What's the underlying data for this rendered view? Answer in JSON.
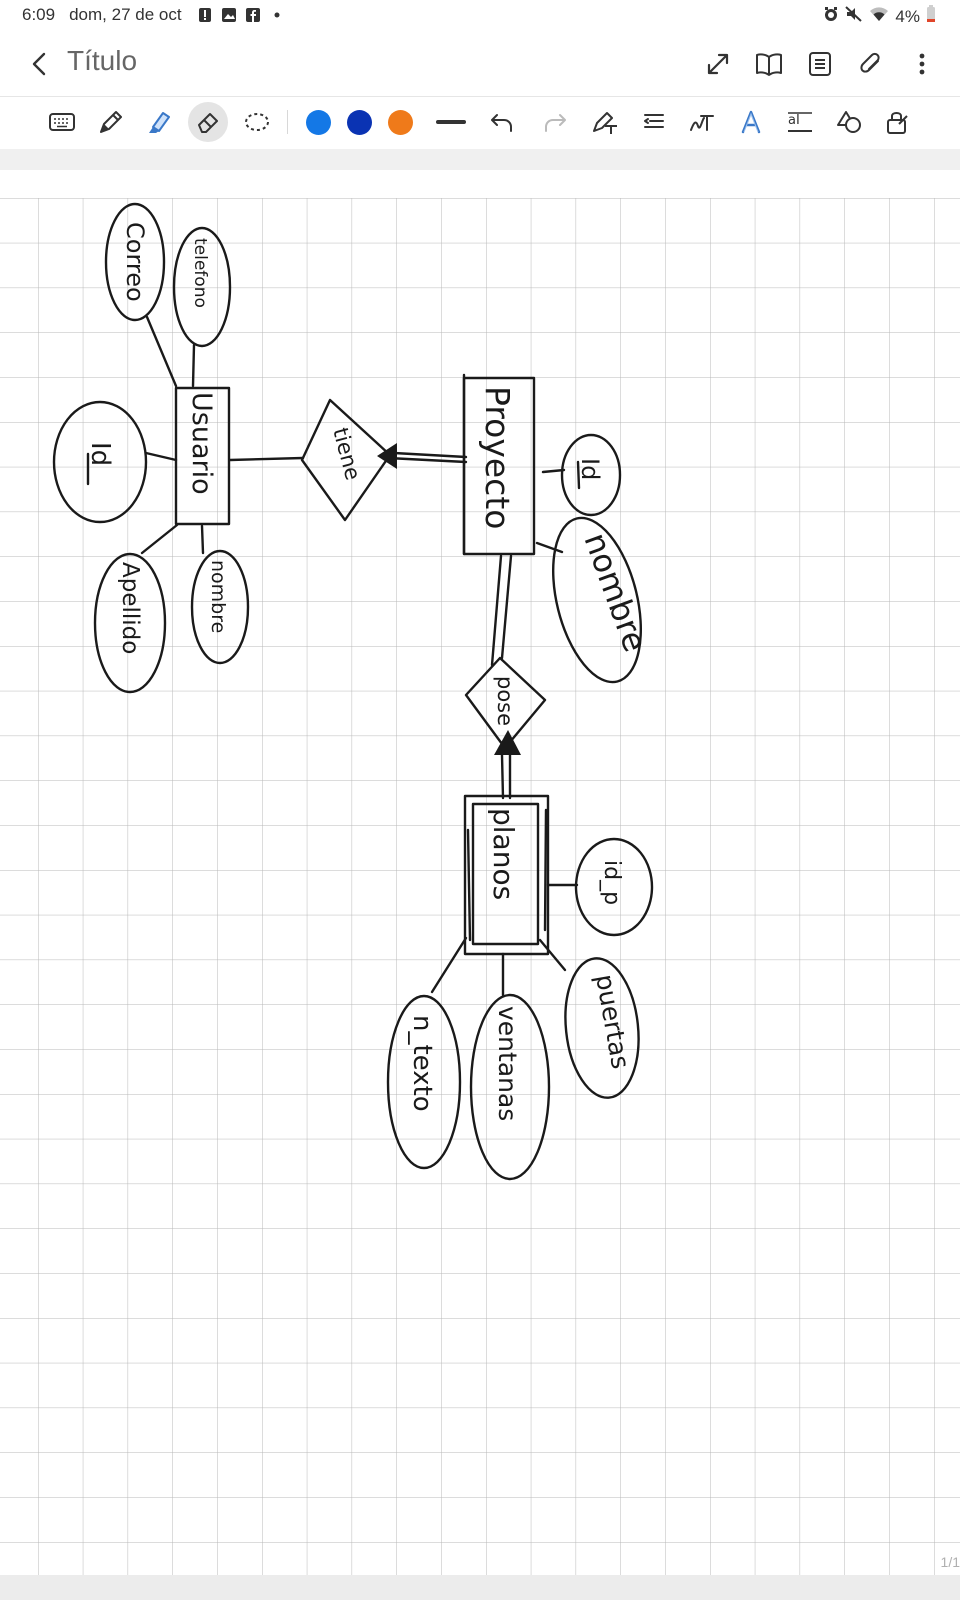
{
  "status_bar": {
    "time": "6:09",
    "date": "dom, 27 de oct",
    "battery": "4%",
    "left_icons": [
      "alert-icon",
      "image-icon",
      "facebook-icon",
      "dot-icon"
    ],
    "right_icons": [
      "alarm-icon",
      "mute-icon",
      "wifi-icon",
      "battery-icon"
    ]
  },
  "app_bar": {
    "title": "Título",
    "actions": [
      "expand-icon",
      "book-view-icon",
      "page-list-icon",
      "attach-icon",
      "more-options-icon"
    ]
  },
  "toolbar": {
    "tools": [
      "keyboard-icon",
      "pen-icon",
      "highlighter-icon",
      "eraser-icon",
      "lasso-icon"
    ],
    "active_tool": "eraser",
    "colors": [
      "#1478e6",
      "#0a33b3",
      "#ef7a1a"
    ],
    "stroke_indicator": "thick-line-icon",
    "right_tools": [
      "undo-icon",
      "redo-icon",
      "handwriting-to-text-icon",
      "straighten-icon",
      "text-mode-icon",
      "text-color-icon",
      "text-format-icon",
      "shapes-icon",
      "read-only-lock-icon"
    ]
  },
  "diagram": {
    "entities": {
      "usuario": "Usuario",
      "proyecto": "Proyecto",
      "planos": "planos"
    },
    "relationships": {
      "tiene": "tiene",
      "pose": "pose"
    },
    "attributes": {
      "correo": "Correo",
      "telefono": "telefono",
      "usuario_id": "Id",
      "apellido": "Apellido",
      "usuario_nombre": "nombre",
      "proyecto_id": "Id",
      "proyecto_nombre": "nombre",
      "id_p": "id_p",
      "n_texto": "n_texto",
      "ventanas": "ventanas",
      "puertas": "puertas"
    }
  },
  "page_indicator": "1/1"
}
